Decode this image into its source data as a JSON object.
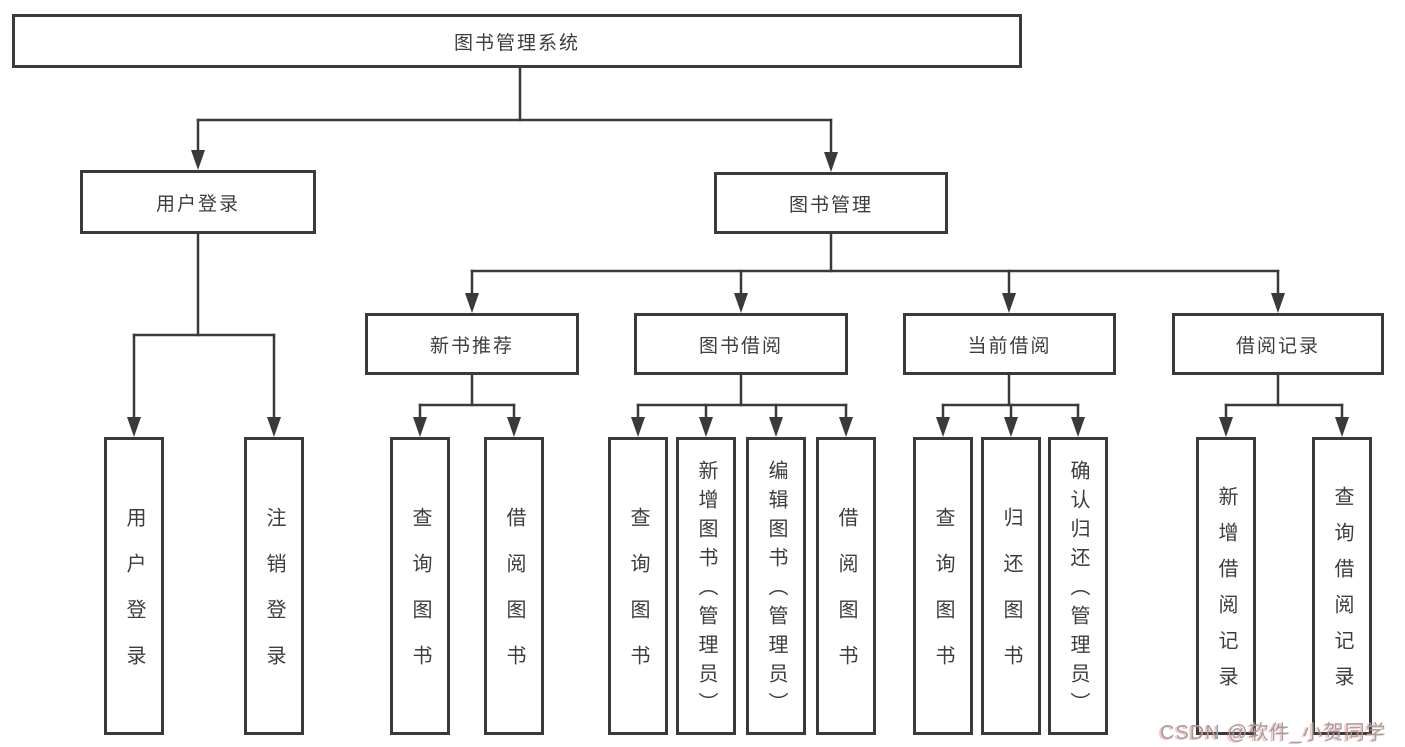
{
  "diagram": {
    "nodes": {
      "root": "图书管理系统",
      "user_login": "用户登录",
      "book_mgmt": "图书管理",
      "new_books": "新书推荐",
      "book_borrow": "图书借阅",
      "current_borrow": "当前借阅",
      "borrow_record": "借阅记录"
    },
    "leaves": {
      "user_login": [
        "用户登录",
        "注销登录"
      ],
      "new_books": [
        "查询图书",
        "借阅图书"
      ],
      "book_borrow": [
        "查询图书",
        "新增图书（管理员）",
        "编辑图书（管理员）",
        "借阅图书"
      ],
      "current_borrow": [
        "查询图书",
        "归还图书",
        "确认归还（管理员）"
      ],
      "borrow_record": [
        "新增借阅记录",
        "查询借阅记录"
      ]
    },
    "watermark": "CSDN @软件_小贺同学",
    "colors": {
      "line": "#3a3a3a",
      "text": "#3d3d3d",
      "background": "#ffffff",
      "watermark_text": "#a0a0a0",
      "watermark_accent": "#f45a46"
    }
  }
}
